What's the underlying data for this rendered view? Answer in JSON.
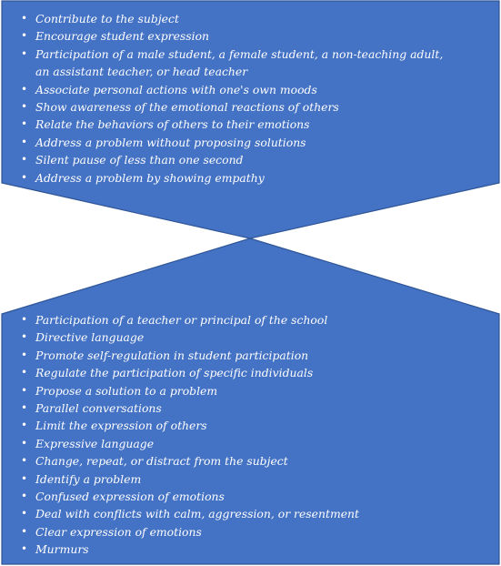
{
  "top_shape": {
    "items": [
      "Contribute to the subject",
      "Encourage student expression",
      "Participation of a male student, a female student, a non-teaching adult, an assistant teacher, or head teacher",
      "Associate personal actions with one's own moods",
      "Show awareness of the emotional reactions of others",
      "Relate the behaviors of others to their emotions",
      "Address a problem without proposing solutions",
      "Silent pause of less than one second",
      "Address a problem by showing empathy"
    ]
  },
  "bottom_shape": {
    "items": [
      "Participation of a teacher or principal of the school",
      "Directive language",
      "Promote self-regulation in student participation",
      "Regulate the participation of specific individuals",
      "Propose a solution to a problem",
      "Parallel conversations",
      "Limit the expression of others",
      "Expressive language",
      "Change, repeat, or distract from the subject",
      "Identify a problem",
      "Confused expression of emotions",
      "Deal with conflicts with calm, aggression, or resentment",
      "Clear expression of emotions",
      "Murmurs"
    ]
  },
  "colors": {
    "fill": "#4472C4",
    "stroke": "#2F5597",
    "text": "#FFFFFF"
  }
}
